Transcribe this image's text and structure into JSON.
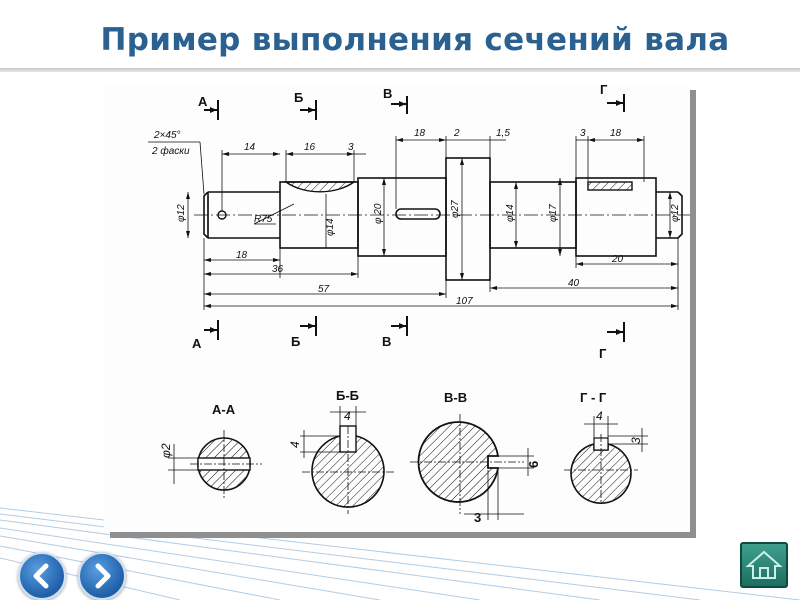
{
  "slide": {
    "title": "Пример выполнения сечений вала"
  },
  "drawing": {
    "section_marks": [
      "А",
      "Б",
      "В",
      "Г"
    ],
    "dimensions": {
      "chamfer_top": "2×45°",
      "chamfer_bottom": "2 фаски",
      "d14_len": "14",
      "d16_len": "16",
      "d3_len": "3",
      "d18_top": "18",
      "d2_top": "2",
      "d1_5": "1,5",
      "d3_right": "3",
      "d18_right": "18",
      "phi12_left": "φ12",
      "phi14_mid": "φ14",
      "phi20": "φ 20",
      "phi27": "φ27",
      "phi14_right": "φ14",
      "phi17": "φ17",
      "phi12_right": "φ12",
      "radius": "R75",
      "len18": "18",
      "len36": "36",
      "len57": "57",
      "len107": "107",
      "len40": "40",
      "len20": "20"
    },
    "sections": {
      "aa": {
        "label": "А-А",
        "dim": "φ2"
      },
      "bb": {
        "label": "Б-Б",
        "dim_top": "4",
        "dim_side": "4"
      },
      "vv": {
        "label": "В-В",
        "dim_side": "6",
        "dim_bottom": "3"
      },
      "gg": {
        "label": "Г - Г",
        "dim_top": "4",
        "dim_side": "3"
      }
    }
  },
  "colors": {
    "title": "#2a6190",
    "nav_button": "#1e5fa8",
    "home_button": "#2a8a78"
  },
  "icons": {
    "prev": "chevron-left-icon",
    "next": "chevron-right-icon",
    "home": "home-icon"
  }
}
